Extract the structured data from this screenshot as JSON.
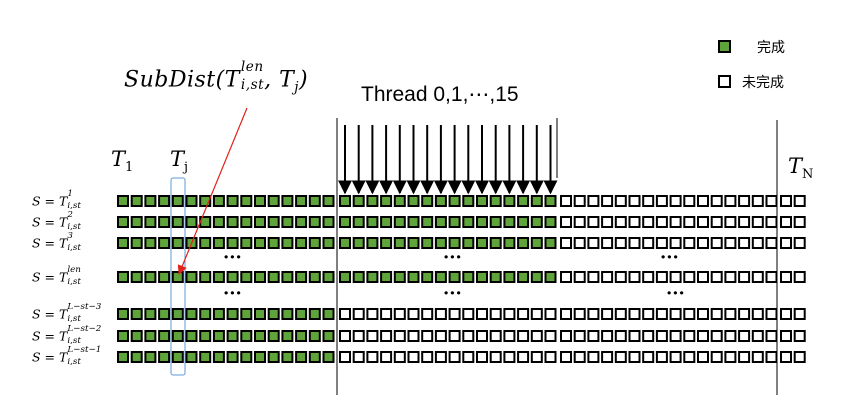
{
  "legend": {
    "done_label": "完成",
    "not_done_label": "未完成",
    "done_color": "#5fa43a",
    "not_done_color": "#ffffff"
  },
  "title_formula": {
    "func": "SubDist",
    "arg1_base": "T",
    "arg1_sup": "len",
    "arg1_sub": "i,st",
    "arg2_base": "T",
    "arg2_sub": "j"
  },
  "thread_label": "Thread 0,1,⋯,15",
  "column_labels": {
    "t1_base": "T",
    "t1_sub": "1",
    "tj_base": "T",
    "tj_sub": "j",
    "tn_base": "T",
    "tn_sub": "N"
  },
  "rows": [
    {
      "s": "S = ",
      "base": "T",
      "sup": "1",
      "sub": "i,st",
      "status": "done-through-2"
    },
    {
      "s": "S = ",
      "base": "T",
      "sup": "2",
      "sub": "i,st",
      "status": "done-through-2"
    },
    {
      "s": "S = ",
      "base": "T",
      "sup": "3",
      "sub": "i,st",
      "status": "done-through-2"
    },
    {
      "s": "S = ",
      "base": "T",
      "sup": "len",
      "sub": "i,st",
      "status": "done-through-2"
    },
    {
      "s": "S = ",
      "base": "T",
      "sup": "L−st−3",
      "sub": "i,st",
      "status": "done-through-1"
    },
    {
      "s": "S = ",
      "base": "T",
      "sup": "L−st−2",
      "sub": "i,st",
      "status": "done-through-1"
    },
    {
      "s": "S = ",
      "base": "T",
      "sup": "L−st−1",
      "sub": "i,st",
      "status": "done-through-1"
    }
  ],
  "ellipsis": "···",
  "colors": {
    "arrow_red": "#e0221b",
    "highlight_column": "#5b9bd5",
    "cell_border": "#000000"
  }
}
